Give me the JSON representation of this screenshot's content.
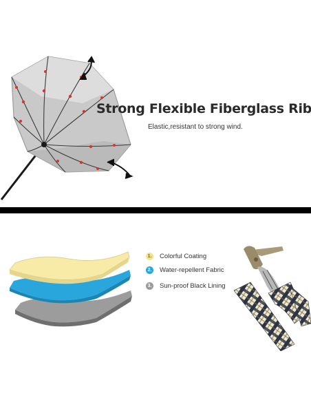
{
  "headline": "Strong Flexible Fiberglass Ribs",
  "subline": "Elastic,resistant to strong wind.",
  "layers": [
    {
      "number": "1.",
      "label": "Colorful Coating",
      "color": "#f7eba7"
    },
    {
      "number": "2.",
      "label": "Water-repellent Fabric",
      "color": "#29a7dc"
    },
    {
      "number": "3.",
      "label": "Sun-proof Black Lining",
      "color": "#9a9a9a"
    }
  ],
  "icons": {
    "arrow_top": "curved-double-arrow-icon",
    "arrow_bottom": "curved-double-arrow-icon"
  }
}
